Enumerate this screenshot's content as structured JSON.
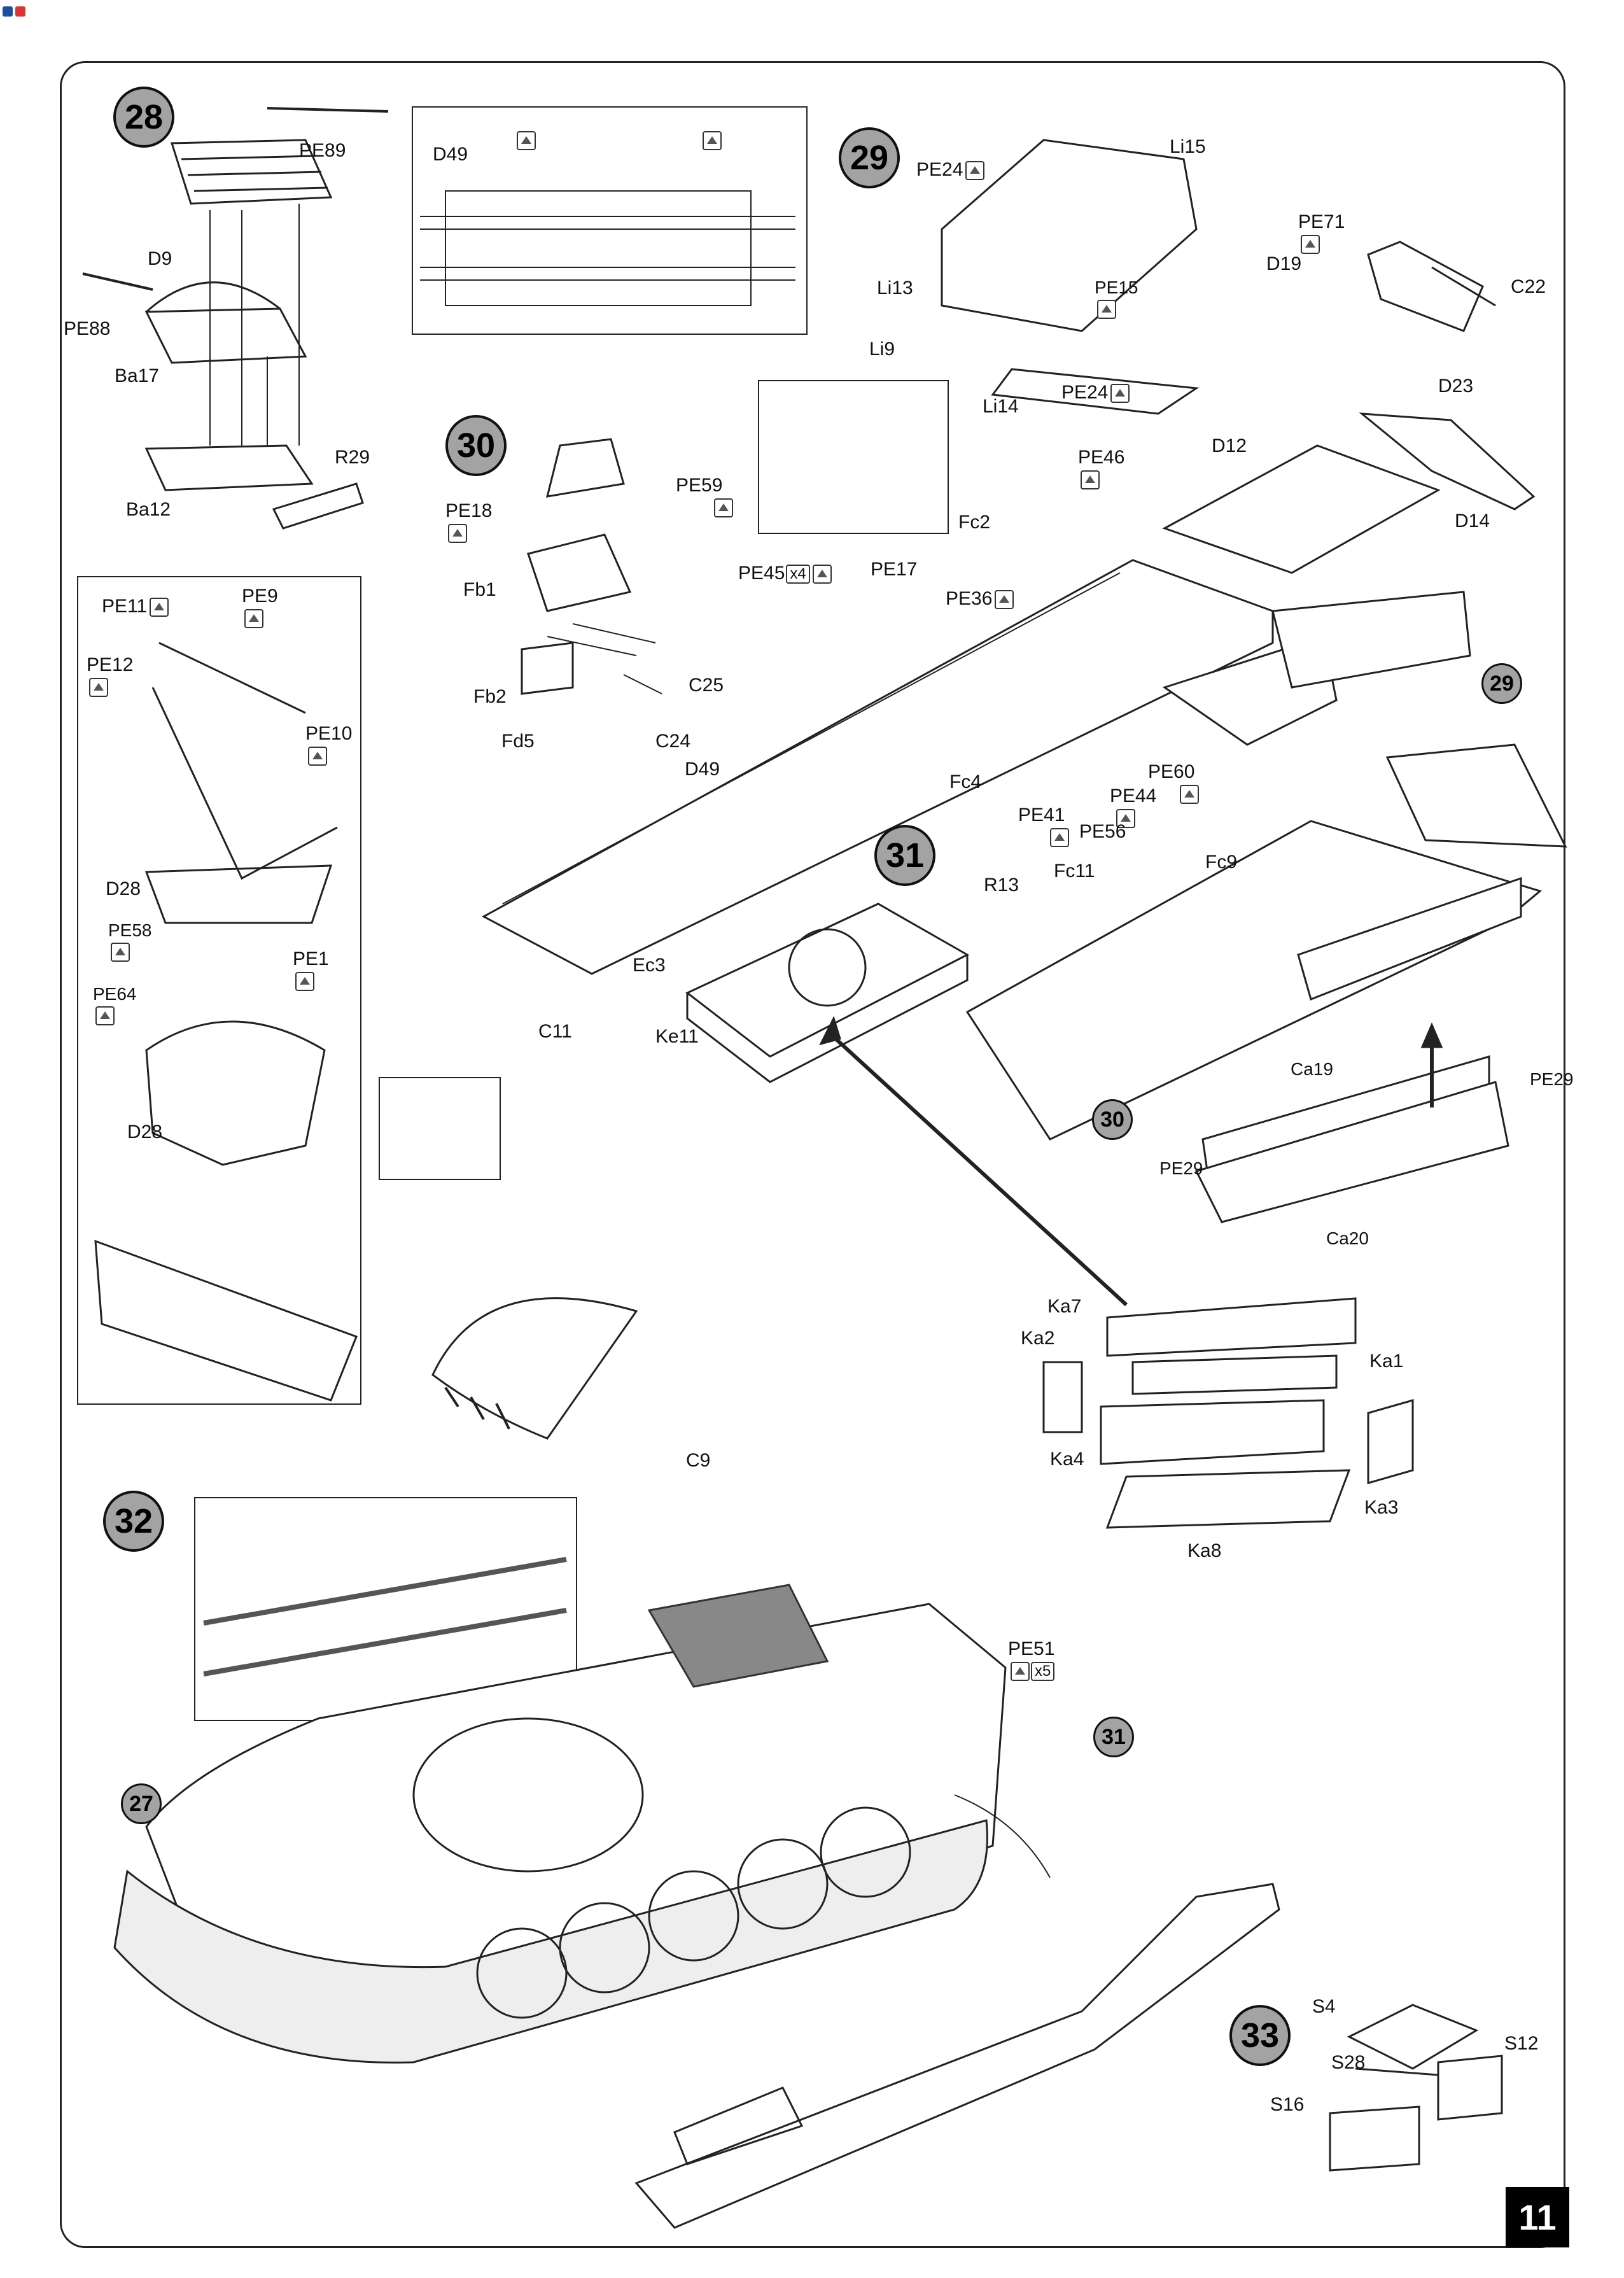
{
  "page": {
    "number": "11"
  },
  "steps": [
    {
      "id": "step-28",
      "label": "28"
    },
    {
      "id": "step-29",
      "label": "29"
    },
    {
      "id": "step-30",
      "label": "30"
    },
    {
      "id": "step-31",
      "label": "31"
    },
    {
      "id": "step-32",
      "label": "32"
    },
    {
      "id": "step-33",
      "label": "33"
    }
  ],
  "refs": {
    "r29": "29",
    "r30": "30",
    "r31": "31",
    "r27": "27"
  },
  "icons": {
    "pe_icon": "photo-etch-icon",
    "detail_marker": "detail-marker-icon"
  },
  "qty": {
    "pe45": "x4",
    "pe51": "x5"
  },
  "parts": {
    "PE89": "PE89",
    "D9": "D9",
    "PE88": "PE88",
    "Ba17": "Ba17",
    "Ba12": "Ba12",
    "R29": "R29",
    "D49_top": "D49",
    "PE24_a": "PE24",
    "Li15": "Li15",
    "Li13": "Li13",
    "PE15": "PE15",
    "Li9": "Li9",
    "Li14": "Li14",
    "PE24_b": "PE24",
    "PE71": "PE71",
    "D19": "D19",
    "C22": "C22",
    "D23": "D23",
    "D12": "D12",
    "D14": "D14",
    "PE18": "PE18",
    "PE59": "PE59",
    "Fb1": "Fb1",
    "Fb2": "Fb2",
    "Fd5": "Fd5",
    "C24": "C24",
    "D49": "D49",
    "C25": "C25",
    "PE46": "PE46",
    "Fc2": "Fc2",
    "PE45": "PE45",
    "PE17": "PE17",
    "PE36": "PE36",
    "Fc4": "Fc4",
    "PE60": "PE60",
    "PE44": "PE44",
    "PE41": "PE41",
    "PE56": "PE56",
    "Fc11": "Fc11",
    "Fc9": "Fc9",
    "R13": "R13",
    "PE11": "PE11",
    "PE9": "PE9",
    "PE12": "PE12",
    "PE10": "PE10",
    "D28_a": "D28",
    "PE58": "PE58",
    "PE1": "PE1",
    "PE64": "PE64",
    "D28_b": "D28",
    "Ec3": "Ec3",
    "C11": "C11",
    "Ke11": "Ke11",
    "Ca19": "Ca19",
    "PE29_a": "PE29",
    "PE29_b": "PE29",
    "Ca20": "Ca20",
    "Ka7": "Ka7",
    "Ka2": "Ka2",
    "Ka1": "Ka1",
    "Ka4": "Ka4",
    "Ka3": "Ka3",
    "Ka8": "Ka8",
    "C9": "C9",
    "PE51": "PE51",
    "S4": "S4",
    "S12": "S12",
    "S28": "S28",
    "S16": "S16"
  }
}
